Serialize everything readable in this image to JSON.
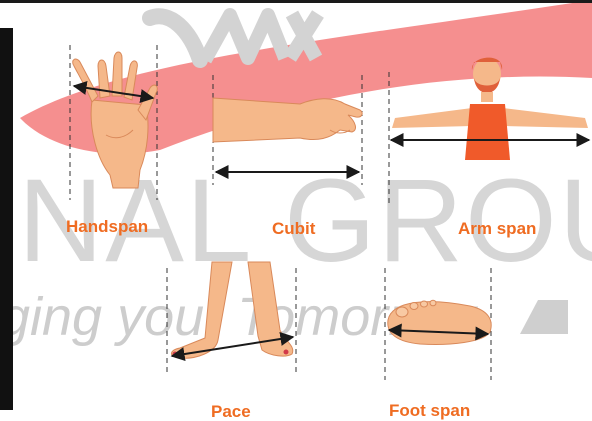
{
  "labels": {
    "handspan": "Handspan",
    "cubit": "Cubit",
    "arm_span": "Arm span",
    "pace": "Pace",
    "foot_span": "Foot span"
  },
  "watermark": {
    "group_text": "NAL GROUP",
    "tagline": "ging your Tomorrow"
  },
  "colors": {
    "label_orange": "#ef6c22",
    "skin": "#f5b88a",
    "skin_shadow": "#e99e6c",
    "shirt": "#f05a2a",
    "hair": "#e0603a",
    "watermark_red": "#f37b7b",
    "arrow": "#1a1a1a"
  },
  "icons": [
    "logo-swirl-icon",
    "hand-icon",
    "forearm-icon",
    "person-arms-out-icon",
    "legs-walking-icon",
    "foot-icon"
  ]
}
